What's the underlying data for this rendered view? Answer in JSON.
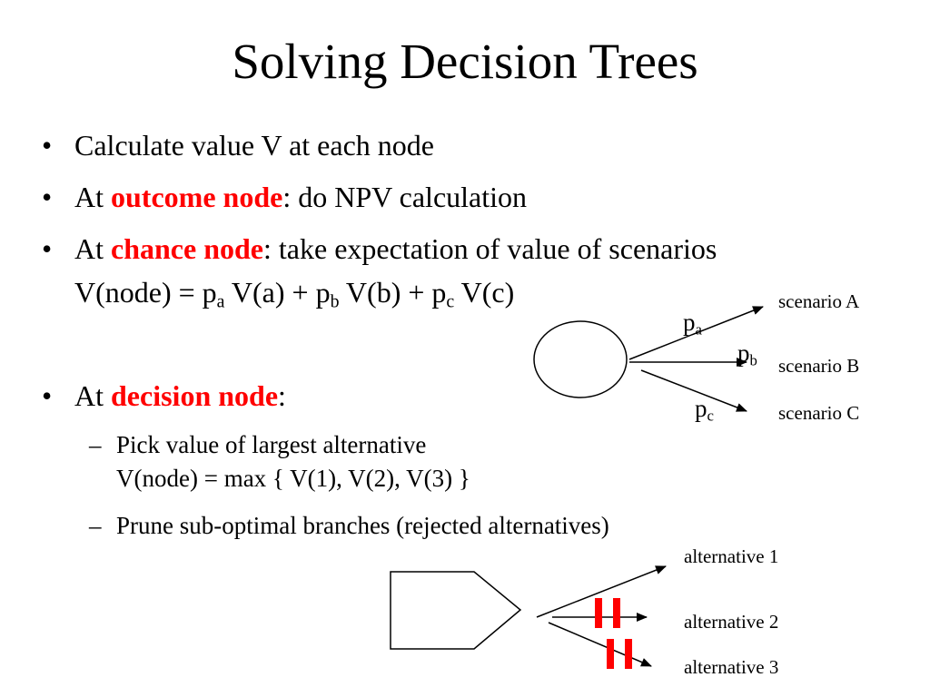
{
  "title": "Solving Decision Trees",
  "bullets": {
    "b1": "Calculate value V at each node",
    "b2_pre": "At ",
    "b2_red": "outcome node",
    "b2_post": ": do NPV calculation",
    "b3_pre": "At ",
    "b3_red": "chance node",
    "b3_post": ": take expectation of value of scenarios",
    "b3_formula": {
      "t1": "V(node) = p",
      "s1": "a",
      "t2": " V(a) + p",
      "s2": "b",
      "t3": " V(b) + p",
      "s3": "c",
      "t4": " V(c)"
    },
    "b4_pre": "At ",
    "b4_red": "decision node",
    "b4_post": ":",
    "sub1_line1": "Pick value of largest alternative",
    "sub1_line2": "V(node) = max { V(1), V(2), V(3) }",
    "sub2": "Prune sub-optimal branches (rejected alternatives)"
  },
  "chance_diagram": {
    "pa": {
      "p": "p",
      "s": "a"
    },
    "pb": {
      "p": "p",
      "s": "b"
    },
    "pc": {
      "p": "p",
      "s": "c"
    },
    "scenario_a": "scenario A",
    "scenario_b": "scenario B",
    "scenario_c": "scenario C"
  },
  "decision_diagram": {
    "alt1": "alternative 1",
    "alt2": "alternative 2",
    "alt3": "alternative 3",
    "prune_color": "#ff0000"
  },
  "colors": {
    "accent": "#ff0000",
    "text": "#000000",
    "background": "#ffffff"
  }
}
